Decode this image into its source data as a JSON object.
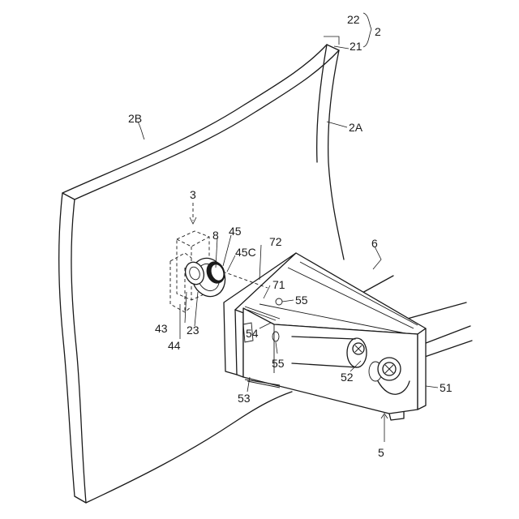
{
  "labels": {
    "l22": "22",
    "l21": "21",
    "l2": "2",
    "l2A": "2A",
    "l2B": "2B",
    "l3": "3",
    "l8": "8",
    "l45": "45",
    "l45C": "45C",
    "l72": "72",
    "l6": "6",
    "l71": "71",
    "l55a": "55",
    "l54": "54",
    "l55b": "55",
    "l43": "43",
    "l23": "23",
    "l44": "44",
    "l52": "52",
    "l53": "53",
    "l51": "51",
    "l5": "5"
  }
}
